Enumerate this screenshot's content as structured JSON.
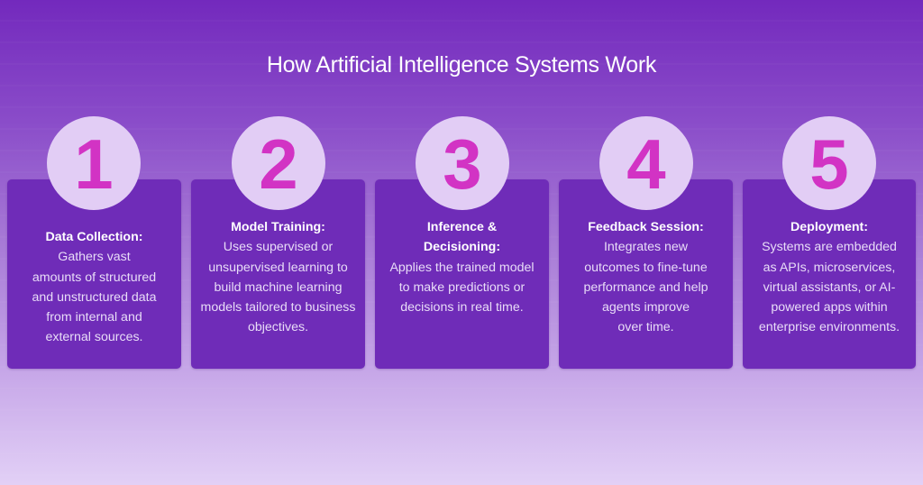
{
  "title": "How Artificial Intelligence Systems Work",
  "colors": {
    "card_background": "#6f2cb8",
    "circle_background": "#e2cdf5",
    "number_color": "#d233c4",
    "title_color": "#ffffff"
  },
  "steps": [
    {
      "number": "1",
      "heading": "Data Collection:",
      "heading_lines": [
        "Data Collection:"
      ],
      "description": "Gathers vast amounts of structured and unstructured data from internal and external sources.",
      "description_lines": [
        "Gathers vast",
        "amounts of structured",
        "and unstructured data",
        "from internal and",
        "external sources."
      ]
    },
    {
      "number": "2",
      "heading": "Model Training:",
      "heading_lines": [
        "Model Training:"
      ],
      "description": "Uses supervised or unsupervised learning to build machine learning models tailored to business objectives.",
      "description_lines": [
        "Uses supervised or",
        "unsupervised learning to",
        "build machine learning",
        "models tailored to business",
        "objectives."
      ]
    },
    {
      "number": "3",
      "heading": "Inference & Decisioning:",
      "heading_lines": [
        "Inference &",
        "Decisioning:"
      ],
      "description": "Applies the trained model to make predictions or decisions in real time.",
      "description_lines": [
        "Applies the trained model",
        "to make predictions or",
        "decisions in real time."
      ]
    },
    {
      "number": "4",
      "heading": "Feedback Session:",
      "heading_lines": [
        "Feedback Session:"
      ],
      "description": "Integrates new outcomes to fine-tune performance and help agents improve over time.",
      "description_lines": [
        "Integrates new",
        "outcomes to fine-tune",
        "performance and help",
        "agents improve",
        "over time."
      ]
    },
    {
      "number": "5",
      "heading": "Deployment:",
      "heading_lines": [
        "Deployment:"
      ],
      "description": "Systems are embedded as APIs, microservices, virtual assistants, or AI-powered apps within enterprise environments.",
      "description_lines": [
        "Systems are embedded",
        "as APIs, microservices,",
        "virtual assistants, or AI-",
        "powered apps within",
        "enterprise environments."
      ]
    }
  ]
}
